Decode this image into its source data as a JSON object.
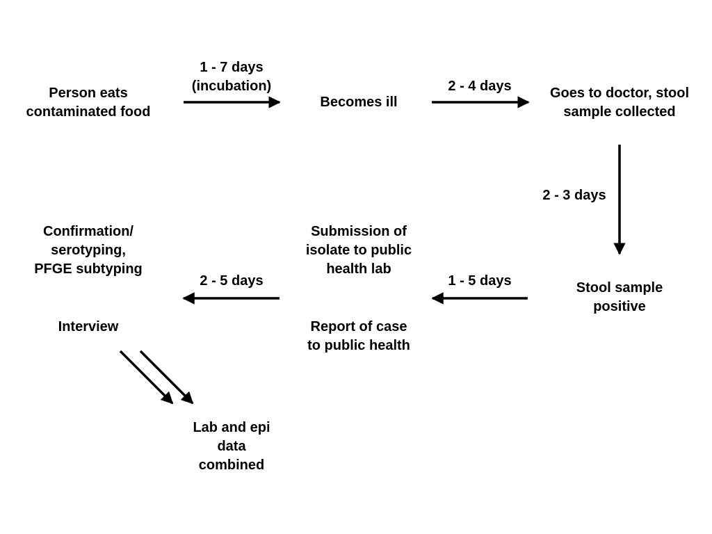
{
  "nodes": {
    "eat": [
      "Person eats",
      "contaminated food"
    ],
    "ill": [
      "Becomes ill"
    ],
    "doctor": [
      "Goes to doctor, stool",
      "sample collected"
    ],
    "positive": [
      "Stool sample",
      "positive"
    ],
    "submission": [
      "Submission of",
      "isolate to public",
      "health lab"
    ],
    "report": [
      "Report of case",
      "to public health"
    ],
    "confirmation": [
      "Confirmation/",
      "serotyping,",
      "PFGE subtyping"
    ],
    "interview": [
      "Interview"
    ],
    "combined": [
      "Lab and epi",
      "data",
      "combined"
    ]
  },
  "edges": {
    "incubation": [
      "1 - 7 days",
      "(incubation)"
    ],
    "ill_to_doctor": "2 - 4 days",
    "doctor_to_positive": "2 - 3 days",
    "positive_to_report": "1 - 5 days",
    "report_to_confirmation": "2 - 5 days"
  }
}
